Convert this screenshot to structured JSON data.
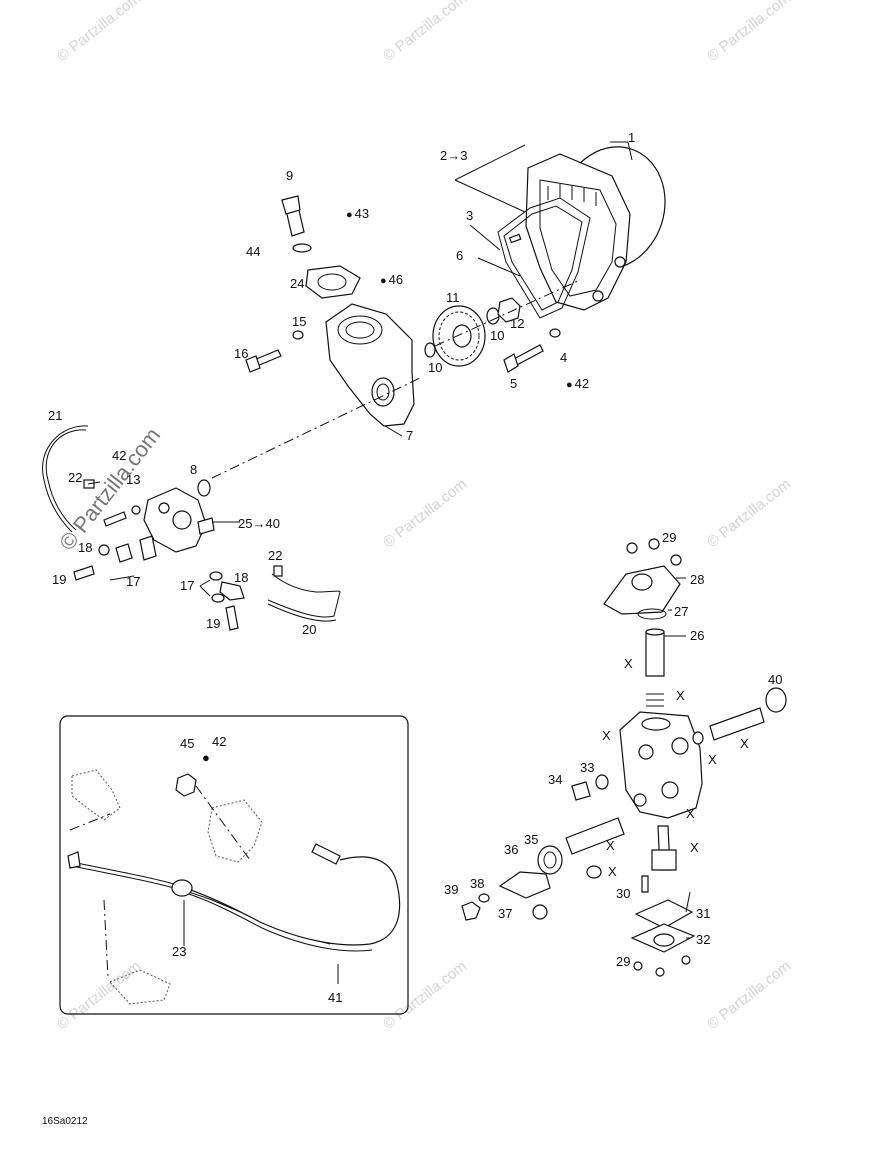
{
  "watermark": {
    "small_text": "© Partzilla.com",
    "big_text": "© Partzilla.com"
  },
  "drawing_code": "16Sa0212",
  "symbols": {
    "arrow": "→",
    "drop": "💧",
    "x_mark": "X"
  },
  "labels": {
    "l1": "1",
    "l2_3": "2→3",
    "l3": "3",
    "l4": "4",
    "l5": "5",
    "l6": "6",
    "l7": "7",
    "l8": "8",
    "l9": "9",
    "l10a": "10",
    "l10b": "10",
    "l11": "11",
    "l12": "12",
    "l13": "13",
    "l15": "15",
    "l16": "16",
    "l17a": "17",
    "l17b": "17",
    "l18a": "18",
    "l18b": "18",
    "l19a": "19",
    "l19b": "19",
    "l20": "20",
    "l21": "21",
    "l22a": "22",
    "l22b": "22",
    "l23": "23",
    "l24": "24",
    "l25_40": "25→40",
    "l26": "26",
    "l27": "27",
    "l28": "28",
    "l29a": "29",
    "l29b": "29",
    "l30": "30",
    "l31": "31",
    "l32": "32",
    "l33": "33",
    "l34": "34",
    "l35": "35",
    "l36": "36",
    "l37": "37",
    "l38": "38",
    "l39": "39",
    "l40": "40",
    "l41": "41",
    "l42a": "42",
    "l42b": "42",
    "l42c": "42",
    "l43": "43",
    "l44": "44",
    "l45": "45",
    "l46": "46",
    "x1": "X",
    "x2": "X",
    "x3": "X",
    "x4": "X",
    "x5": "X",
    "x6": "X",
    "x7": "X",
    "x8": "X",
    "x9": "X"
  }
}
